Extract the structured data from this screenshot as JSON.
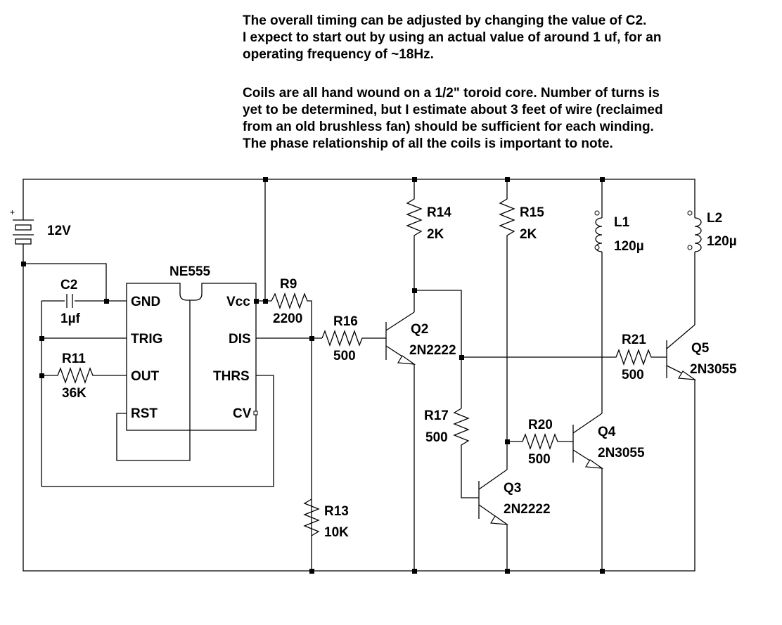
{
  "notes": [
    "The overall timing can be adjusted by changing the value of C2.\nI expect to start out by using an actual value of around 1 uf, for an\noperating frequency of ~18Hz.",
    "Coils are all hand wound on a 1/2\" toroid core. Number of turns is\nyet to be determined, but I estimate about 3 feet of wire (reclaimed\nfrom an old brushless fan) should be sufficient for each winding.\nThe phase relationship of all the coils is important to note."
  ],
  "battery": {
    "value": "12V",
    "plus": "+"
  },
  "ic": {
    "name": "NE555",
    "pins": {
      "gnd": "GND",
      "trig": "TRIG",
      "out": "OUT",
      "rst": "RST",
      "vcc": "Vcc",
      "dis": "DIS",
      "thrs": "THRS",
      "cv": "CV"
    }
  },
  "components": {
    "c2": {
      "ref": "C2",
      "value": "1µf"
    },
    "r11": {
      "ref": "R11",
      "value": "36K"
    },
    "r9": {
      "ref": "R9",
      "value": "2200"
    },
    "r16": {
      "ref": "R16",
      "value": "500"
    },
    "r13": {
      "ref": "R13",
      "value": "10K"
    },
    "r14": {
      "ref": "R14",
      "value": "2K"
    },
    "r15": {
      "ref": "R15",
      "value": "2K"
    },
    "r17": {
      "ref": "R17",
      "value": "500"
    },
    "r20": {
      "ref": "R20",
      "value": "500"
    },
    "r21": {
      "ref": "R21",
      "value": "500"
    },
    "l1": {
      "ref": "L1",
      "value": "120µ"
    },
    "l2": {
      "ref": "L2",
      "value": "120µ"
    },
    "q2": {
      "ref": "Q2",
      "value": "2N2222"
    },
    "q3": {
      "ref": "Q3",
      "value": "2N2222"
    },
    "q4": {
      "ref": "Q4",
      "value": "2N3055"
    },
    "q5": {
      "ref": "Q5",
      "value": "2N3055"
    }
  }
}
